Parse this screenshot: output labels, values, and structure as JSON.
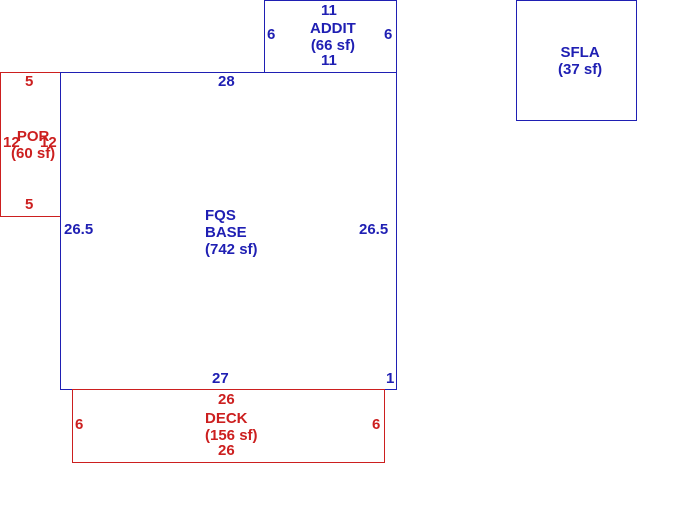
{
  "colors": {
    "main": "#1f1fb3",
    "porch": "#cc1f1f"
  },
  "areas": {
    "addit": {
      "name": "ADDIT",
      "area": "(66 sf)",
      "top": "11",
      "bottom": "11",
      "left": "6",
      "right": "6"
    },
    "sfla": {
      "name": "SFLA",
      "area": "(37 sf)"
    },
    "por": {
      "name": "POR",
      "area": "(60 sf)",
      "top": "5",
      "bottom": "5",
      "left": "12",
      "right": "12"
    },
    "base": {
      "name1": "FQS",
      "name2": "BASE",
      "area": "(742 sf)",
      "top": "28",
      "bottom": "27",
      "left": "26.5",
      "right": "26.5",
      "corner": "1"
    },
    "deck": {
      "name": "DECK",
      "area": "(156 sf)",
      "top": "26",
      "bottom": "26",
      "left": "6",
      "right": "6"
    }
  }
}
